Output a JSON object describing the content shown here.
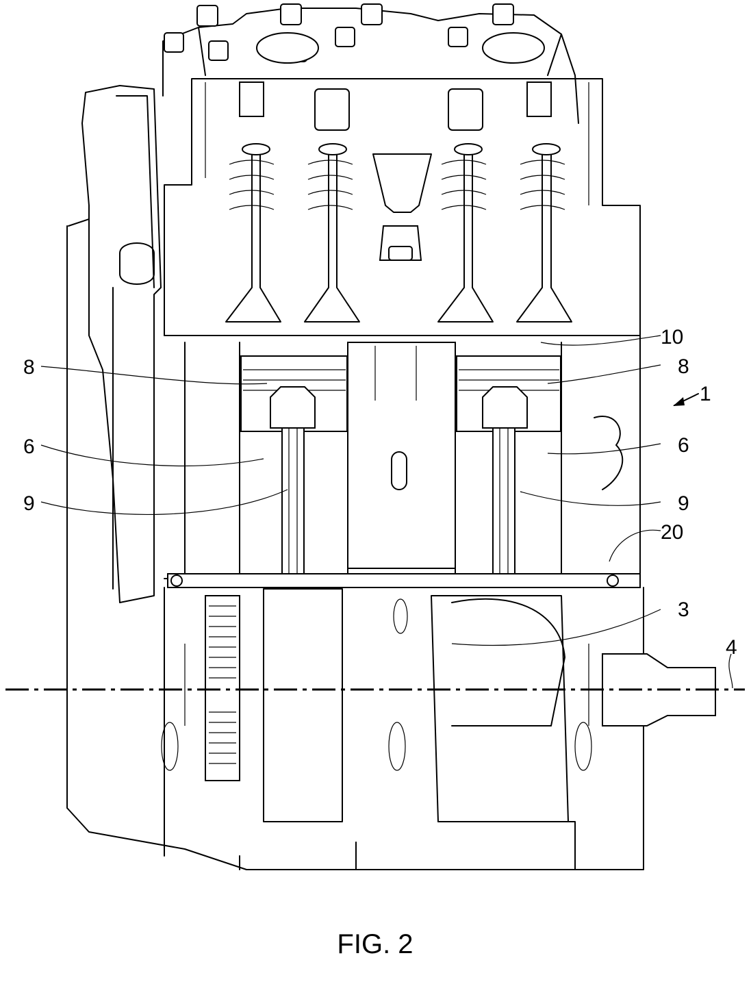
{
  "figure": {
    "caption": "FIG. 2",
    "labels": {
      "engine": "1",
      "crankshaft": "3",
      "crank_axis": "4",
      "cylinder_left": "6",
      "cylinder_right": "6",
      "piston_left": "8",
      "piston_right": "8",
      "conrod_left": "9",
      "conrod_right": "9",
      "cylinder_head": "10",
      "balance_shaft": "20"
    }
  }
}
